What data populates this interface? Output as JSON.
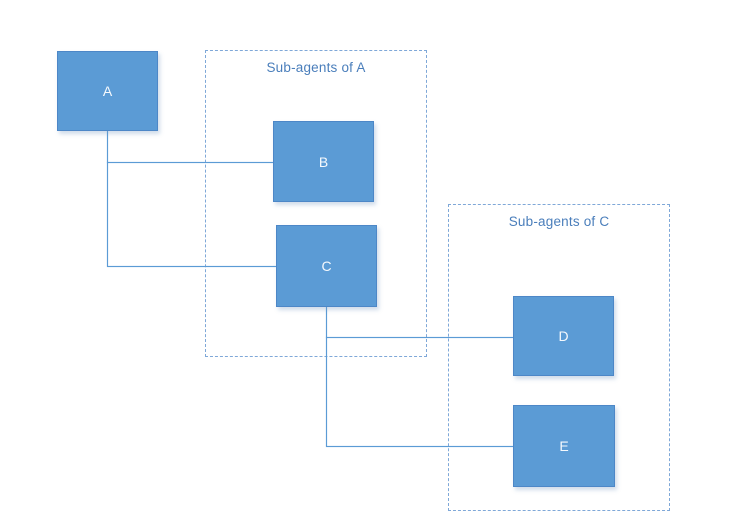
{
  "diagram": {
    "nodes": [
      {
        "id": "A",
        "label": "A"
      },
      {
        "id": "B",
        "label": "B"
      },
      {
        "id": "C",
        "label": "C"
      },
      {
        "id": "D",
        "label": "D"
      },
      {
        "id": "E",
        "label": "E"
      }
    ],
    "groups": [
      {
        "id": "sub-agents-of-a",
        "label": "Sub-agents of A",
        "contains": [
          "B",
          "C"
        ]
      },
      {
        "id": "sub-agents-of-c",
        "label": "Sub-agents of C",
        "contains": [
          "D",
          "E"
        ]
      }
    ],
    "edges": [
      {
        "from": "A",
        "to": "B"
      },
      {
        "from": "A",
        "to": "C"
      },
      {
        "from": "C",
        "to": "D"
      },
      {
        "from": "C",
        "to": "E"
      }
    ],
    "colors": {
      "node_fill": "#5B9BD5",
      "node_border": "#4D87C7",
      "node_text": "#F5F9FD",
      "connector": "#5B9BD5",
      "group_border": "#7FA8D8",
      "group_label": "#4A7EBB",
      "background": "#FFFFFF"
    }
  }
}
